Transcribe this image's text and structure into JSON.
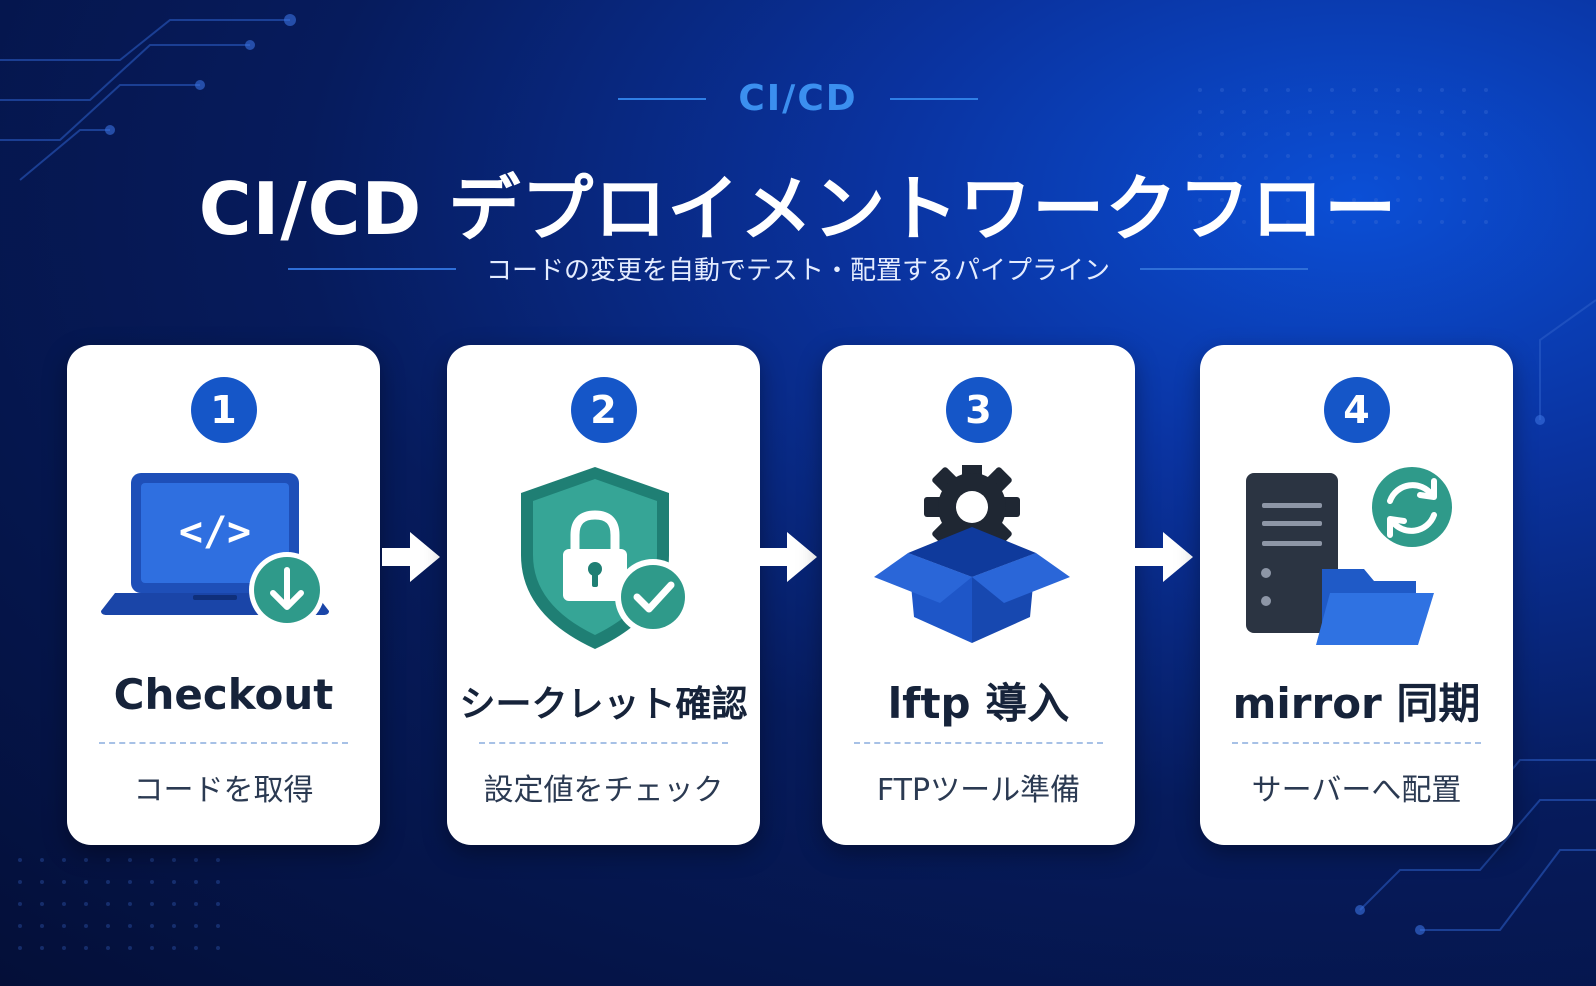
{
  "header": {
    "eyebrow": "CI/CD",
    "title": "CI/CD デプロイメントワークフロー",
    "subtitle": "コードの変更を自動でテスト・配置するパイプライン"
  },
  "steps": [
    {
      "number": "1",
      "title": "Checkout",
      "description": "コードを取得",
      "icon": "laptop-code-download-icon"
    },
    {
      "number": "2",
      "title": "シークレット確認",
      "description": "設定値をチェック",
      "icon": "shield-lock-check-icon"
    },
    {
      "number": "3",
      "title": "lftp 導入",
      "description": "FTPツール準備",
      "icon": "gear-box-icon"
    },
    {
      "number": "4",
      "title": "mirror 同期",
      "description": "サーバーへ配置",
      "icon": "server-folder-sync-icon"
    }
  ],
  "colors": {
    "accent": "#1556c8",
    "teal": "#2f9a8a",
    "eyebrow": "#3b8fef",
    "background_dark": "#040f38"
  }
}
